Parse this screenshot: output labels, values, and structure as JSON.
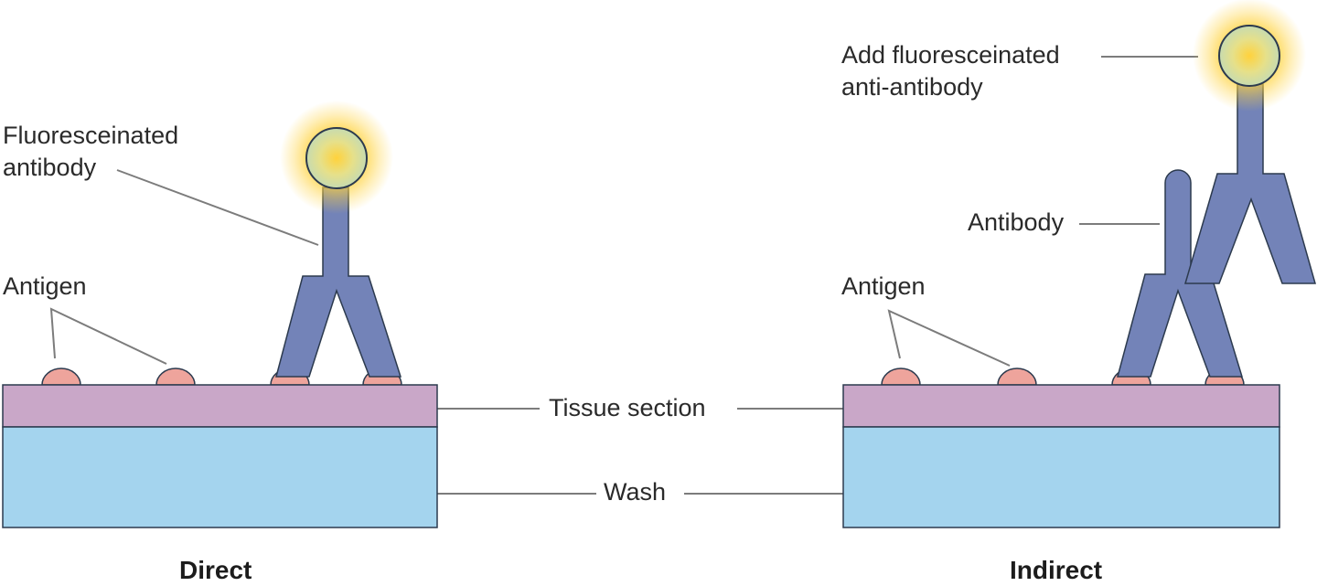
{
  "colors": {
    "tissue": "#c9a7c8",
    "wash": "#a4d4ee",
    "antibody": "#7383b8",
    "antigen": "#eea49c",
    "fluor_glow": "#ffd23c",
    "fluor_core": "#c7dbb0",
    "outline": "#2c3a4e",
    "leader": "#7c7c7c"
  },
  "labels": {
    "fluor_antibody": [
      "Fluoresceinated",
      "antibody"
    ],
    "antigen_left": "Antigen",
    "antigen_right": "Antigen",
    "add_fluor": [
      "Add fluoresceinated",
      "anti-antibody"
    ],
    "antibody": "Antibody",
    "tissue_section": "Tissue section",
    "wash": "Wash",
    "direct": "Direct",
    "indirect": "Indirect"
  }
}
